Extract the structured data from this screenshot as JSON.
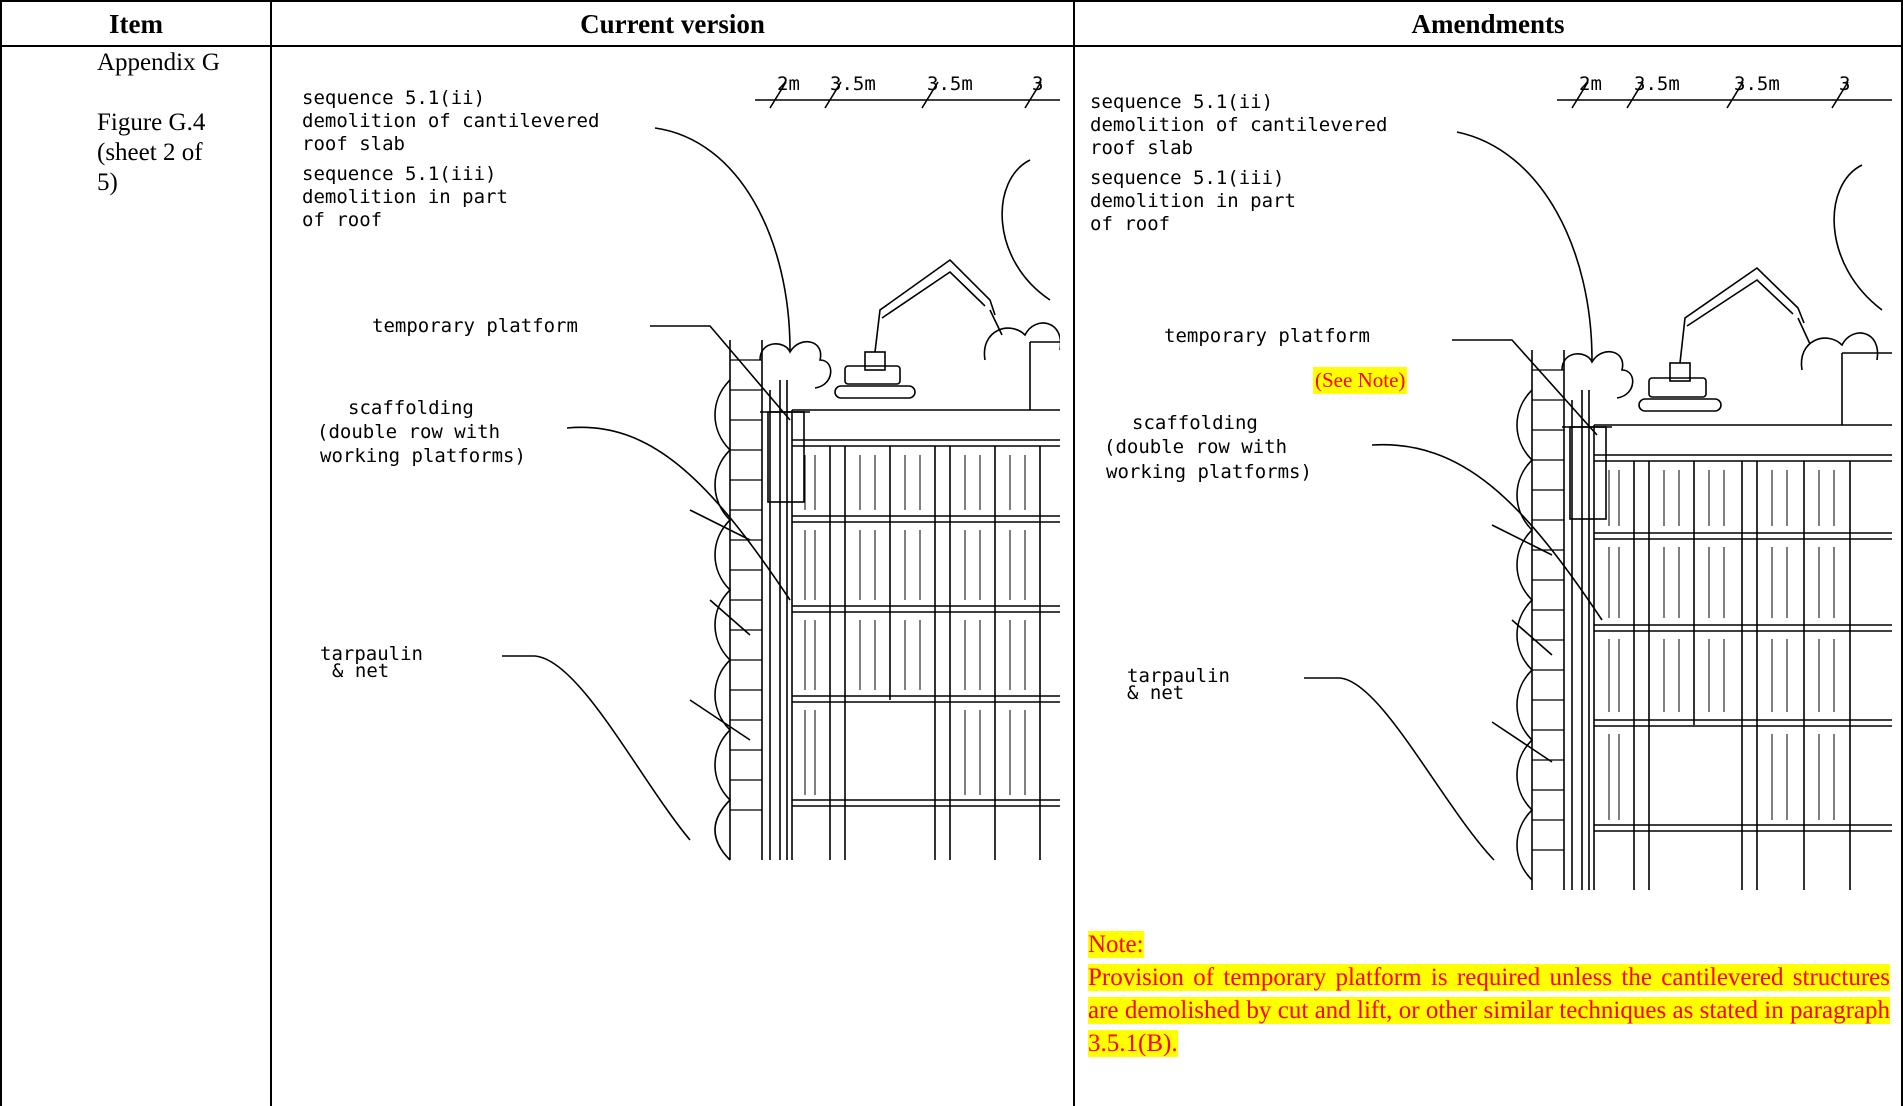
{
  "header": {
    "item": "Item",
    "current": "Current version",
    "amendments": "Amendments"
  },
  "item": {
    "line1": "Appendix G",
    "line2": "Figure G.4",
    "line3": "(sheet 2 of",
    "line4": "5)"
  },
  "figure": {
    "dims": [
      "2m",
      "3.5m",
      "3.5m",
      "3"
    ],
    "label_sequence1": "sequence 5.1(ii)",
    "label_demolition1": "demolition of cantilevered",
    "label_roofslab": "roof slab",
    "label_sequence2": "sequence 5.1(iii)",
    "label_demolition2": "demolition in part",
    "label_ofroof": "of roof",
    "label_platform": "temporary platform",
    "label_scaff1": "scaffolding",
    "label_scaff2": "(double row with",
    "label_scaff3": "working platforms)",
    "label_tarp1": "tarpaulin",
    "label_tarp2": "& net"
  },
  "amendment": {
    "see_note": "(See Note)",
    "note_title": "Note:",
    "note_text": "Provision of temporary platform is required unless the cantilevered structures are demolished by cut and lift, or other similar techniques as stated in paragraph 3.5.1(B)."
  },
  "colors": {
    "highlight": "#ffff00",
    "note_text": "#ff0000"
  }
}
